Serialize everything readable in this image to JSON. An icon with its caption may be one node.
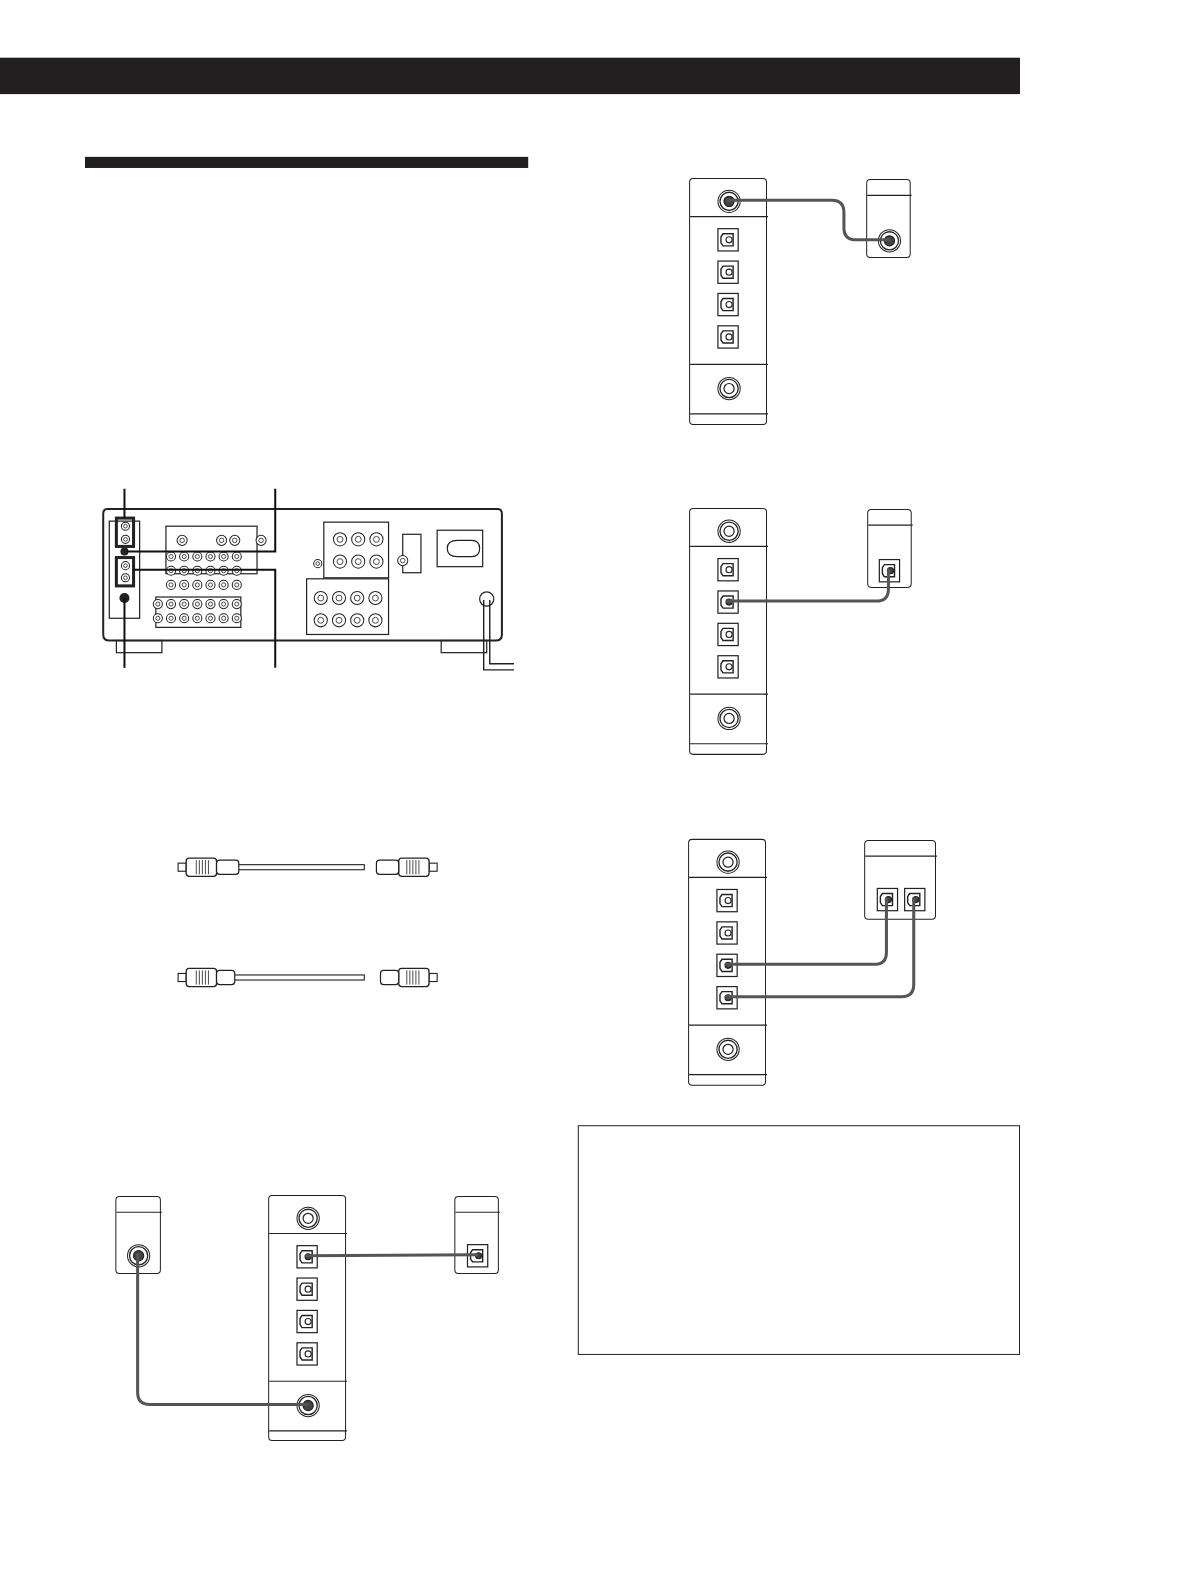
{
  "diagram": {
    "nodes": [
      {
        "text": [],
        "shape": "box"
      },
      {
        "text": [],
        "shape": "box"
      },
      {
        "text": [],
        "shape": "box"
      },
      {
        "text": [],
        "shape": "box"
      },
      {
        "text": [],
        "shape": "box"
      },
      {
        "text": [],
        "shape": "box"
      },
      {
        "text": [],
        "shape": "box"
      },
      {
        "text": [],
        "shape": "box"
      },
      {
        "text": [],
        "shape": "box"
      }
    ],
    "edges": [
      {
        "from": 0,
        "to": 1,
        "arrow": "none"
      },
      {
        "from": 2,
        "to": 3,
        "arrow": "none"
      },
      {
        "from": 4,
        "to": 5,
        "arrow": "none"
      },
      {
        "from": 4,
        "to": 5,
        "arrow": "none"
      },
      {
        "from": 6,
        "to": 8,
        "arrow": "none"
      },
      {
        "from": 7,
        "to": 6,
        "arrow": "none"
      }
    ]
  }
}
